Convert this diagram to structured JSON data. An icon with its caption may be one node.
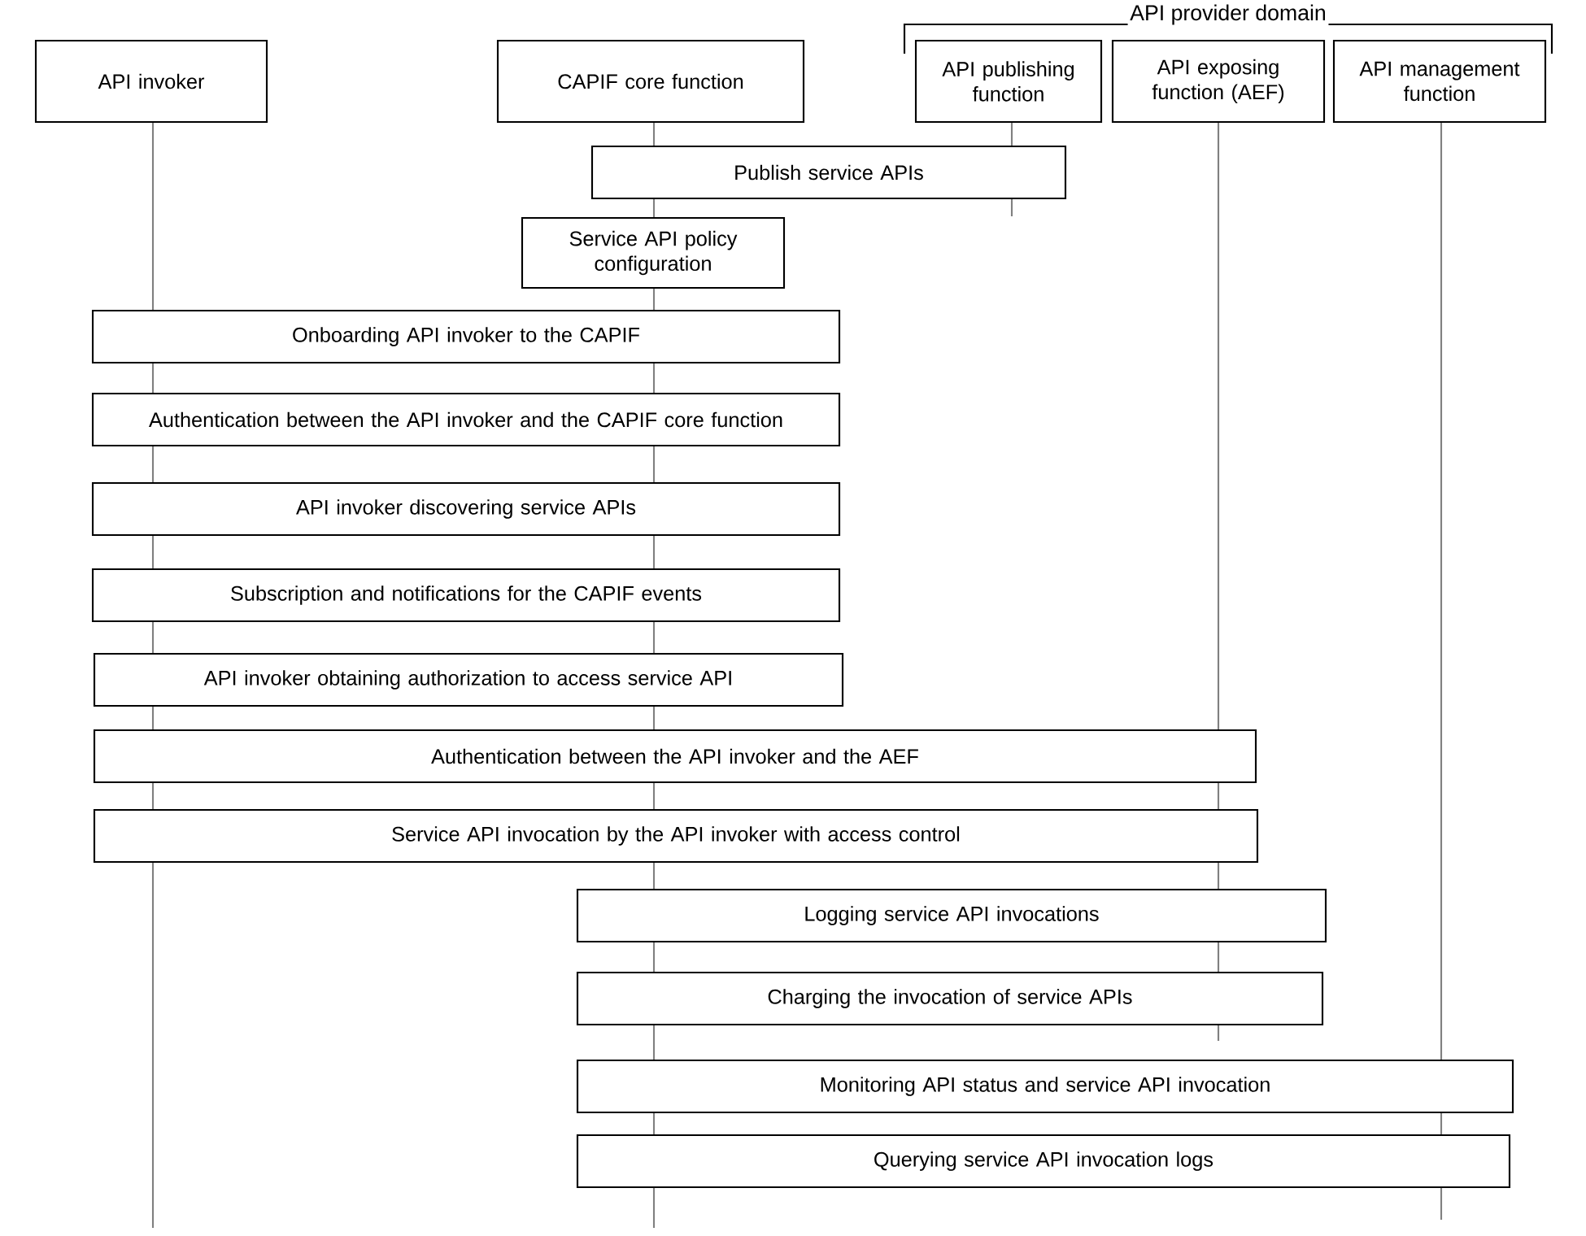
{
  "diagram": {
    "nodes": [
      {
        "text": [
          "API invoker"
        ]
      },
      {
        "text": [
          "CAPIF core function"
        ]
      },
      {
        "text": [
          "API publishing function"
        ]
      },
      {
        "text": [
          "API exposing function (AEF)"
        ]
      },
      {
        "text": [
          "API management function"
        ]
      },
      {
        "text": [
          "Publish service APIs"
        ]
      },
      {
        "text": [
          "Service API policy configuration"
        ]
      },
      {
        "text": [
          "Onboarding API invoker to the CAPIF"
        ]
      },
      {
        "text": [
          "Authentication between the API invoker and the CAPIF core function"
        ]
      },
      {
        "text": [
          "API invoker discovering service APIs"
        ]
      },
      {
        "text": [
          "Subscription and notifications for the CAPIF events"
        ]
      },
      {
        "text": [
          "API invoker obtaining authorization to access service API"
        ]
      },
      {
        "text": [
          "Authentication between the API invoker and the AEF"
        ]
      },
      {
        "text": [
          "Service API invocation by the API invoker with access control"
        ]
      },
      {
        "text": [
          "Logging service API invocations"
        ]
      },
      {
        "text": [
          "Charging the invocation of service APIs"
        ]
      },
      {
        "text": [
          "Monitoring API status and service API invocation"
        ]
      },
      {
        "text": [
          "Querying service API invocation logs"
        ]
      }
    ],
    "labels": [
      "API provider domain"
    ]
  }
}
